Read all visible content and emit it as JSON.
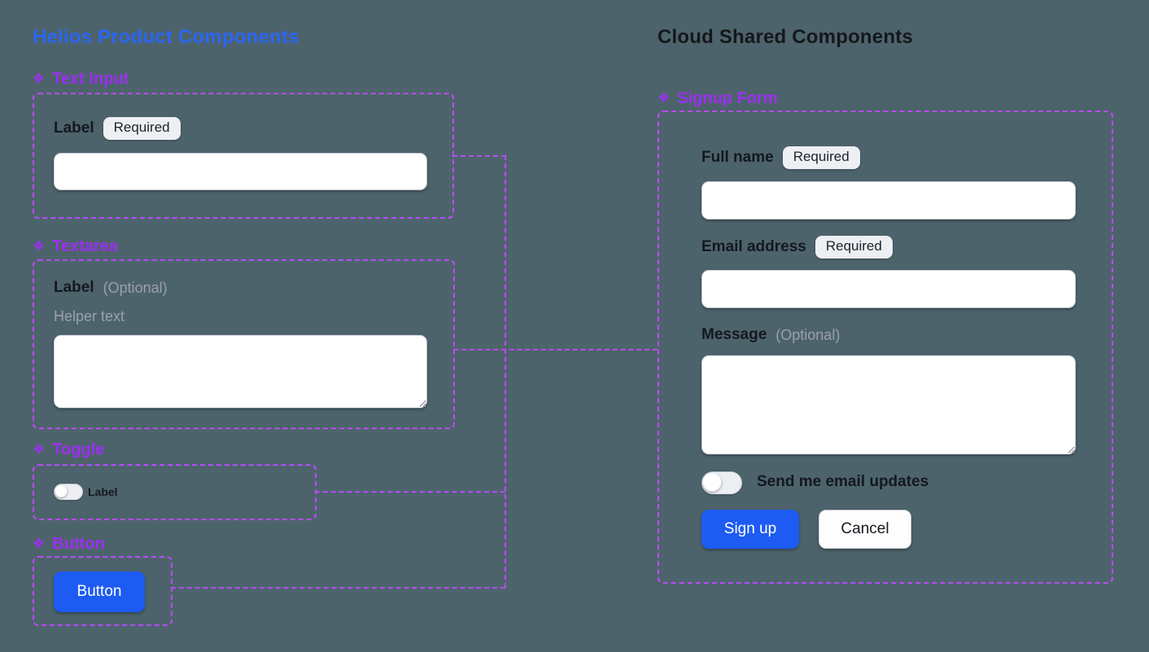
{
  "colors": {
    "background": "#4d636b",
    "helios_title": "#2b66f3",
    "cloud_title": "#15171c",
    "component_label": "#9c2ff2",
    "dashed_outline": "#b94bf7",
    "primary_button": "#1d5bf2"
  },
  "icons": {
    "component_icon": "❖"
  },
  "helios": {
    "title": "Helios Product Components",
    "text_input": {
      "component_label": "Text Input",
      "field_label": "Label",
      "badge": "Required",
      "value": ""
    },
    "textarea": {
      "component_label": "Textarea",
      "field_label": "Label",
      "optional_suffix": "(Optional)",
      "helper_text": "Helper text",
      "value": ""
    },
    "toggle": {
      "component_label": "Toggle",
      "toggle_label": "Label",
      "state": "off"
    },
    "button": {
      "component_label": "Button",
      "button_label": "Button"
    }
  },
  "cloud": {
    "title": "Cloud Shared Components",
    "signup_form": {
      "component_label": "Signup Form",
      "full_name": {
        "label": "Full name",
        "badge": "Required",
        "value": ""
      },
      "email": {
        "label": "Email address",
        "badge": "Required",
        "value": ""
      },
      "message": {
        "label": "Message",
        "optional_suffix": "(Optional)",
        "value": ""
      },
      "updates_toggle": {
        "label": "Send me email updates",
        "state": "off"
      },
      "submit_label": "Sign up",
      "cancel_label": "Cancel"
    }
  }
}
